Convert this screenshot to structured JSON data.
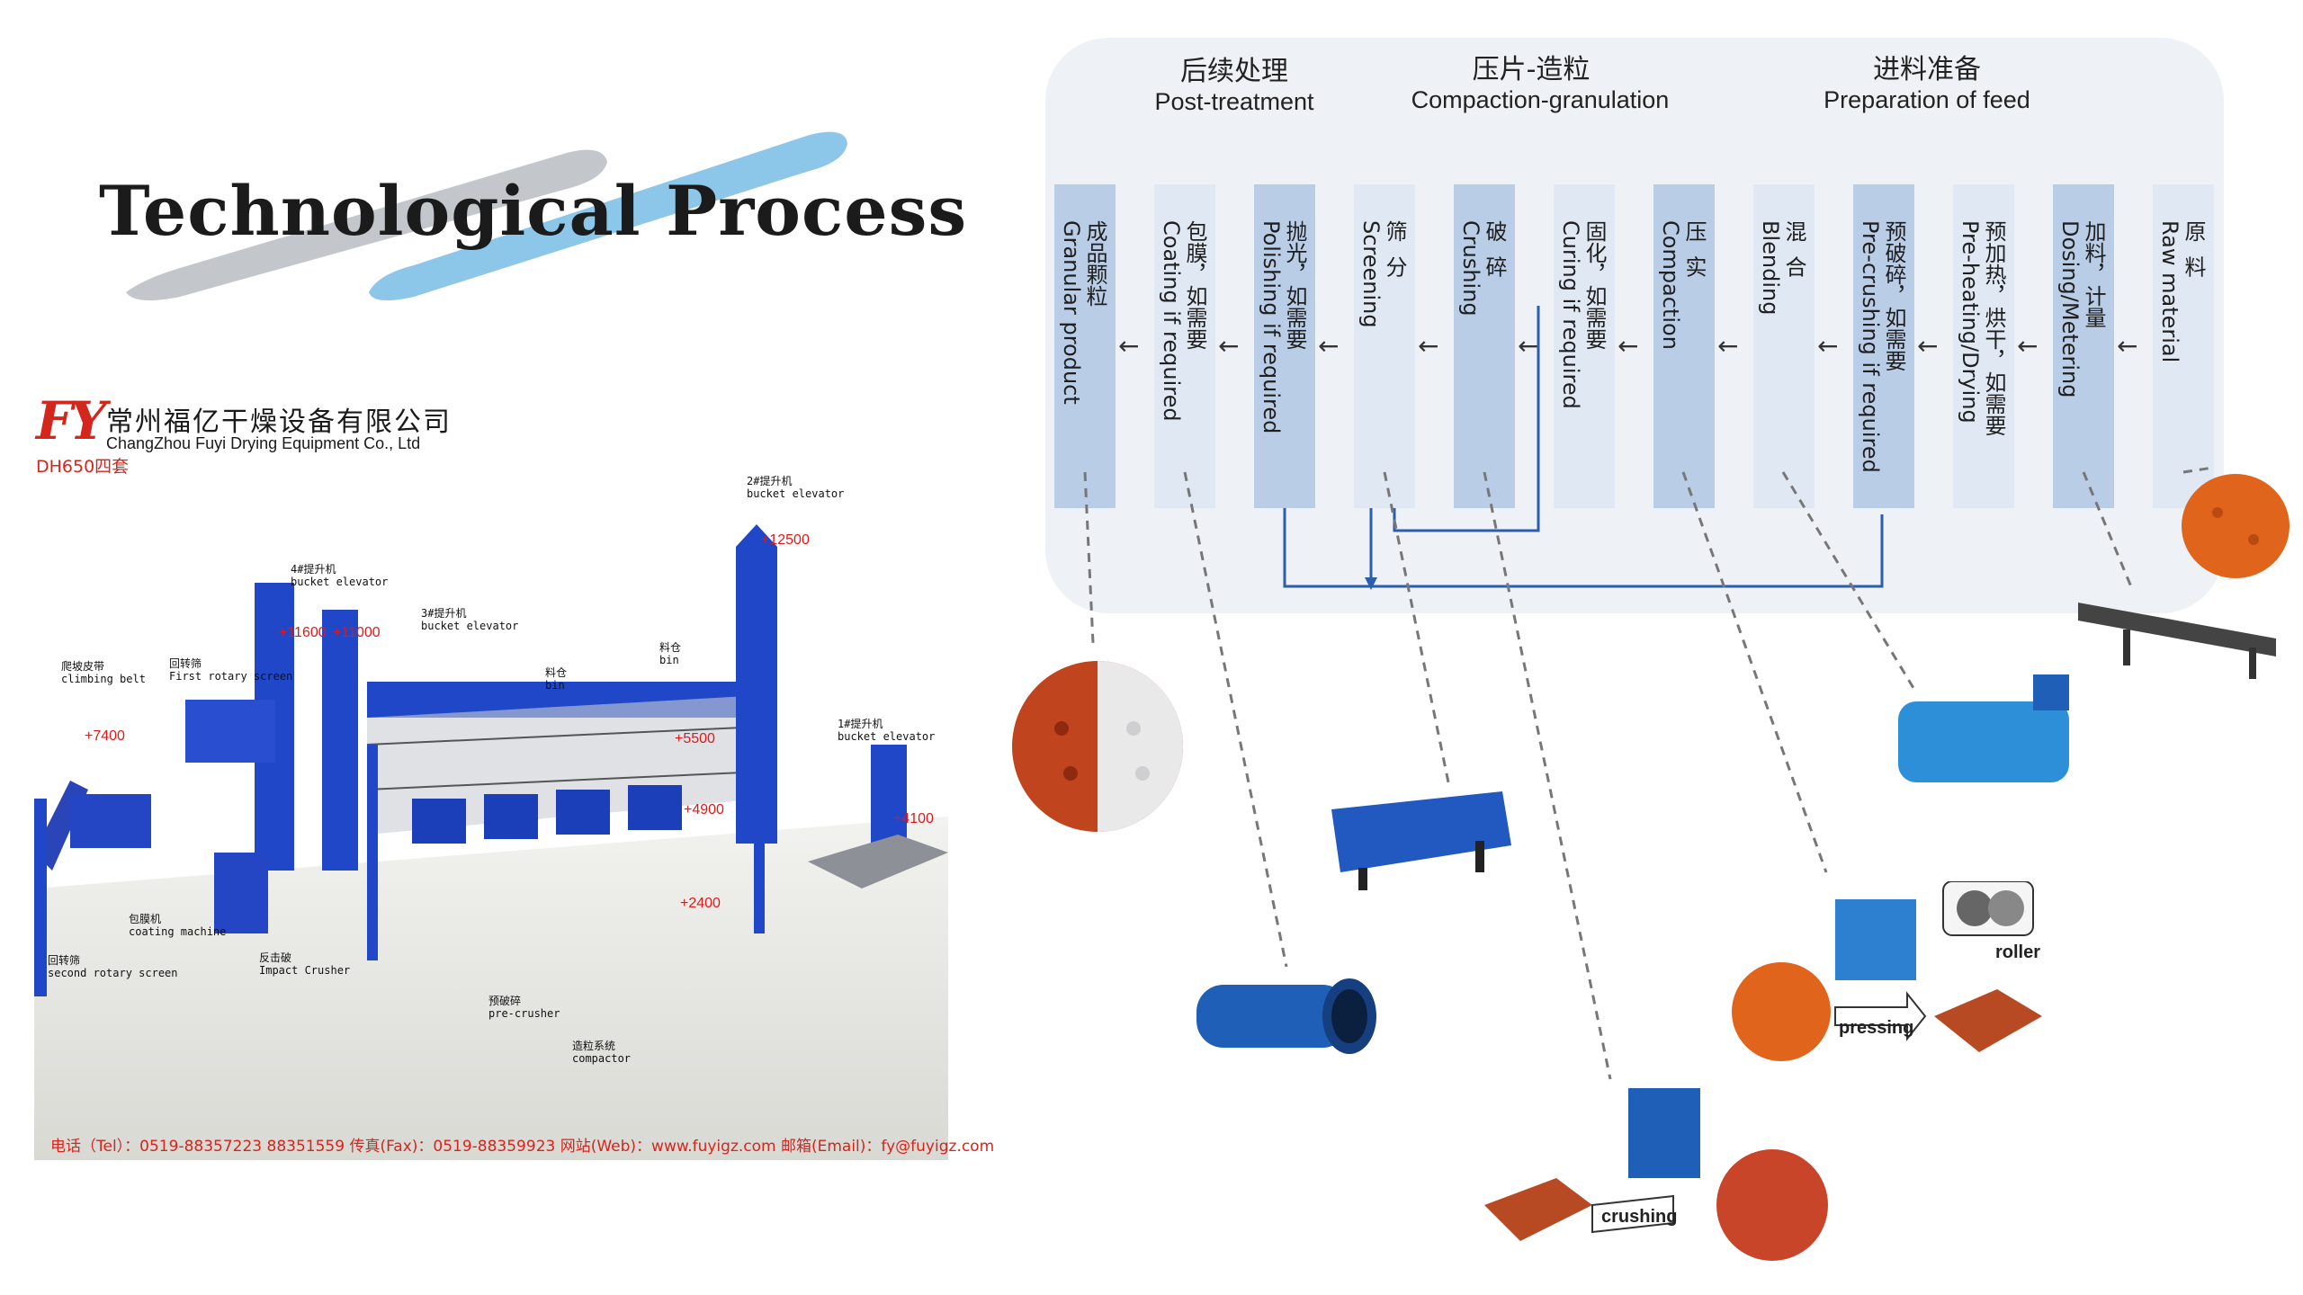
{
  "title": "Technological Process",
  "company": {
    "logo": "FY",
    "name_cn": "常州福亿干燥设备有限公司",
    "name_en": "ChangZhou Fuyi Drying Equipment Co., Ltd",
    "model": "DH650四套",
    "footer": "电话（Tel）：0519-88357223 88351559  传真(Fax)：0519-88359923 网站(Web)：www.fuyigz.com  邮箱(Email)：fy@fuyigz.com"
  },
  "machine_labels": {
    "elev2": "2#提升机\nbucket elevator",
    "elev4": "4#提升机\nbucket elevator",
    "elev3": "3#提升机\nbucket elevator",
    "elev1": "1#提升机\nbucket elevator",
    "bin1": "料仓\nbin",
    "bin2": "料仓\nbin",
    "belt": "爬坡皮带\nclimbing belt",
    "screen1": "回转筛\nFirst rotary screen",
    "coating": "包膜机\ncoating machine",
    "screen2": "回转筛\nsecond rotary screen",
    "impact": "反击破\nImpact Crusher",
    "precrusher": "预破碎\npre-crusher",
    "compactor": "造粒系统\ncompactor"
  },
  "elevations": {
    "e12500": "+12500",
    "e11600": "+11600",
    "e11000": "+11000",
    "e7400": "+7400",
    "e5500": "+5500",
    "e4900": "+4900",
    "e4100": "+4100",
    "e2400": "+2400"
  },
  "stages": [
    {
      "cn": "后续处理",
      "en": "Post-treatment"
    },
    {
      "cn": "压片-造粒",
      "en": "Compaction-granulation"
    },
    {
      "cn": "进料准备",
      "en": "Preparation of feed"
    }
  ],
  "steps": [
    {
      "text": "成品颗粒\nGranular product"
    },
    {
      "text": "包膜，如需要\nCoating if required"
    },
    {
      "text": "抛光，如需要\nPolishing if required"
    },
    {
      "text": "筛  分\nScreening"
    },
    {
      "text": "破  碎\nCrushing"
    },
    {
      "text": "固化，如需要\nCuring if required"
    },
    {
      "text": "压  实\nCompaction"
    },
    {
      "text": "混  合\nBlending"
    },
    {
      "text": "预破碎，如需要\nPre-crushing if required"
    },
    {
      "text": "预加热，烘干，如需要\nPre-heating/Drying"
    },
    {
      "text": "加料，计量\nDosing/Metering"
    },
    {
      "text": "原  料\nRaw material"
    }
  ],
  "arrow_glyph": "←",
  "annotations": {
    "roller": "roller",
    "pressing": "pressing",
    "crushing": "crushing"
  },
  "colors": {
    "machine_blue": "#1f47c8",
    "accent_red": "#d3261d",
    "step_dark": "#b9cde6",
    "step_light": "#dfe8f3",
    "flow_line": "#2a5fb0",
    "product_red": "#c0441e",
    "product_orange": "#e0641c"
  }
}
